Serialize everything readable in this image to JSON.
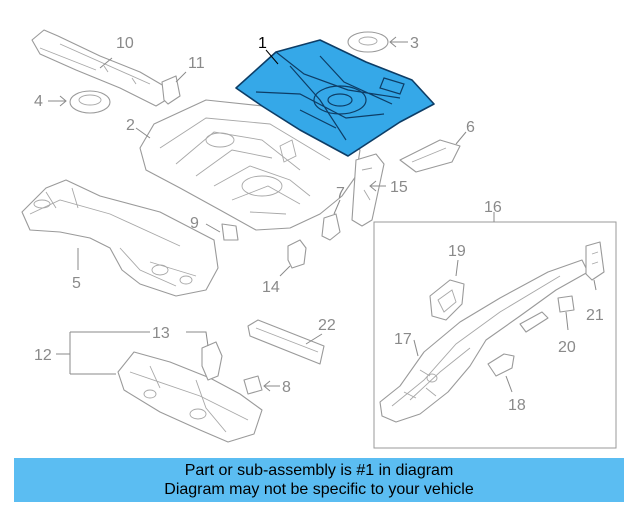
{
  "callouts": {
    "c1": "1",
    "c2": "2",
    "c3": "3",
    "c4": "4",
    "c5": "5",
    "c6": "6",
    "c7": "7",
    "c8": "8",
    "c9": "9",
    "c10": "10",
    "c11": "11",
    "c12": "12",
    "c13": "13",
    "c14": "14",
    "c15": "15",
    "c16": "16",
    "c17": "17",
    "c18": "18",
    "c19": "19",
    "c20": "20",
    "c21": "21",
    "c22": "22"
  },
  "highlight_color": "#35a8e8",
  "banner": {
    "line1": "Part or sub-assembly is #1 in diagram",
    "line2": "Diagram may not be specific to your vehicle",
    "background": "#5bbdf2"
  }
}
